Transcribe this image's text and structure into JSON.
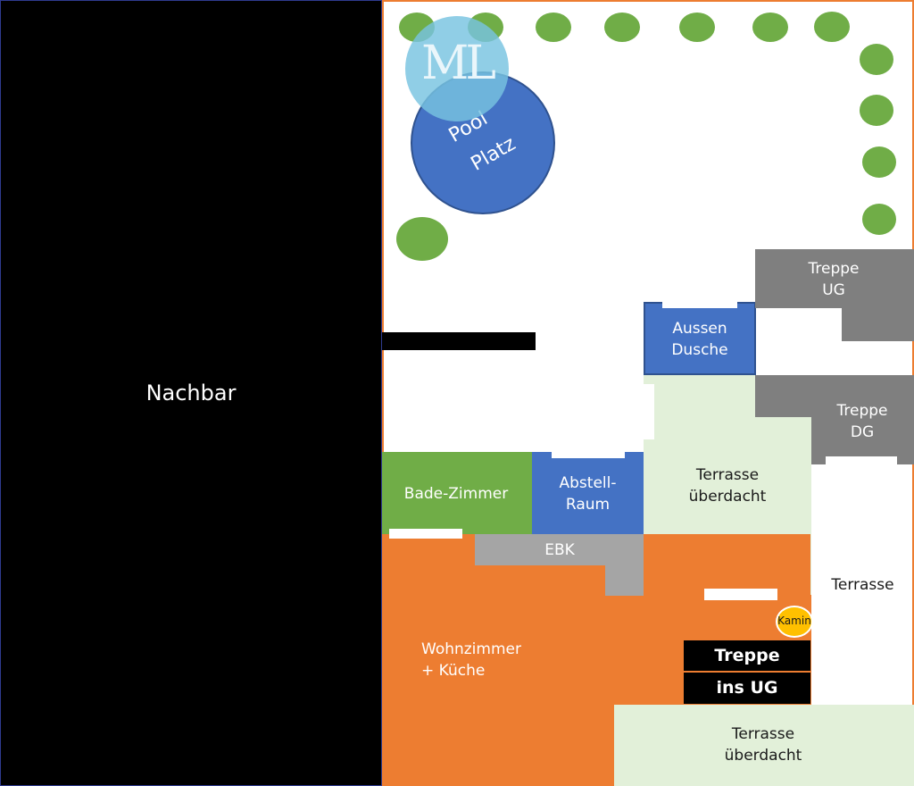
{
  "neighbor": {
    "label": "Nachbar"
  },
  "pool": {
    "label_line1": "Pool",
    "label_line2": "Platz"
  },
  "rooms": {
    "aussen_dusche": {
      "line1": "Aussen",
      "line2": "Dusche"
    },
    "treppe_ug": {
      "line1": "Treppe",
      "line2": "UG"
    },
    "treppe_dg": {
      "line1": "Treppe",
      "line2": "DG"
    },
    "terrasse_ueberdacht_1": {
      "line1": "Terrasse",
      "line2": "überdacht"
    },
    "bade_zimmer": {
      "label": "Bade-Zimmer"
    },
    "abstell_raum": {
      "line1": "Abstell-",
      "line2": "Raum"
    },
    "ebk": {
      "label": "EBK"
    },
    "terrasse": {
      "label": "Terrasse"
    },
    "kamin": {
      "label": "Kamin"
    },
    "treppe_ins_ug": {
      "line1": "Treppe",
      "line2": "ins UG"
    },
    "wohnzimmer": {
      "line1": "Wohnzimmer",
      "line2": "+ Küche"
    },
    "terrasse_ueberdacht_2": {
      "line1": "Terrasse",
      "line2": "überdacht"
    }
  },
  "watermark": {
    "text": "ML"
  },
  "colors": {
    "neighbor": "#000000",
    "garden": "#ffffff",
    "plot_border": "#ed7d31",
    "tree": "#70ad47",
    "pool": "#4472c4",
    "watermark": "#6fbfdf",
    "gray_stairs": "#7f7f7f",
    "ebk": "#a5a5a5",
    "terrace_covered": "#e2f0d9",
    "bathroom": "#70ad47",
    "storage": "#4472c4",
    "living": "#ed7d31",
    "kamin": "#ffc000"
  }
}
